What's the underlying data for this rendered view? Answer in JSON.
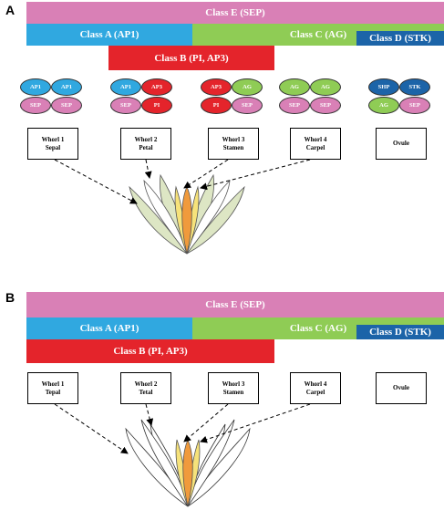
{
  "panels": [
    {
      "letter": "A",
      "bars": {
        "sep": "Class E (SEP)",
        "ap1": "Class A (AP1)",
        "ag": "Class C (AG)",
        "stk": "Class D (STK)",
        "pi": "Class B (PI, AP3)"
      },
      "complexes": [
        [
          "AP1",
          "AP1",
          "SEP",
          "SEP"
        ],
        [
          "AP1",
          "AP3",
          "SEP",
          "PI"
        ],
        [
          "AP3",
          "AG",
          "PI",
          "SEP"
        ],
        [
          "AG",
          "AG",
          "SEP",
          "SEP"
        ],
        [
          "SHP",
          "STK",
          "AG",
          "SEP"
        ]
      ],
      "whorls": [
        {
          "line1": "Whorl 1",
          "line2": "Sepal"
        },
        {
          "line1": "Whorl 2",
          "line2": "Petal"
        },
        {
          "line1": "Whorl 3",
          "line2": "Stamen"
        },
        {
          "line1": "Whorl 4",
          "line2": "Carpel"
        },
        {
          "line1": "Ovule",
          "line2": ""
        }
      ]
    },
    {
      "letter": "B",
      "bars": {
        "sep": "Class E (SEP)",
        "ap1": "Class A (AP1)",
        "ag": "Class C (AG)",
        "stk": "Class D (STK)",
        "pi": "Class B (PI, AP3)"
      },
      "whorls": [
        {
          "line1": "Whorl 1",
          "line2": "Tepal"
        },
        {
          "line1": "Whorl 2",
          "line2": "Tetal"
        },
        {
          "line1": "Whorl 3",
          "line2": "Stamen"
        },
        {
          "line1": "Whorl 4",
          "line2": "Carpel"
        },
        {
          "line1": "Ovule",
          "line2": ""
        }
      ]
    }
  ],
  "colors": {
    "sep": "#d980b6",
    "ap1": "#30a8e0",
    "ag": "#8fcc55",
    "stk": "#1c64a8",
    "pi": "#e4242b",
    "sepal_fill_A": "#dde6c4",
    "petal_fill": "#fbf0a8",
    "stamen_fill": "#f6e27a",
    "carpel_fill": "#f09a3c"
  }
}
